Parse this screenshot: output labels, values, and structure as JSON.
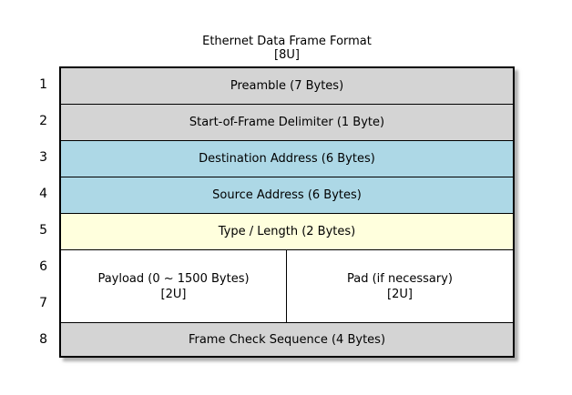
{
  "title": {
    "line1": "Ethernet Data Frame Format",
    "line2": "[8U]"
  },
  "frame": {
    "row_numbers": [
      "1",
      "2",
      "3",
      "4",
      "5",
      "6",
      "7",
      "8"
    ],
    "fields": [
      {
        "label": "Preamble (7 Bytes)",
        "bg": "#d4d4d4"
      },
      {
        "label": "Start-of-Frame Delimiter (1 Byte)",
        "bg": "#d4d4d4"
      },
      {
        "label": "Destination Address (6 Bytes)",
        "bg": "#add8e6"
      },
      {
        "label": "Source Address (6 Bytes)",
        "bg": "#add8e6"
      },
      {
        "label": "Type / Length (2 Bytes)",
        "bg": "#ffffdd"
      },
      {
        "bg": "#ffffff",
        "cells": [
          {
            "line1": "Payload (0 ~ 1500 Bytes)",
            "line2": "[2U]"
          },
          {
            "line1": "Pad (if necessary)",
            "line2": "[2U]"
          }
        ]
      },
      {
        "label": "Frame Check Sequence (4 Bytes)",
        "bg": "#d4d4d4"
      }
    ]
  },
  "colors": {
    "gray_band": "#d4d4d4",
    "blue_band": "#add8e6",
    "yellow_band": "#ffffdd",
    "white_band": "#ffffff",
    "border": "#000000",
    "background": "#ffffff"
  }
}
